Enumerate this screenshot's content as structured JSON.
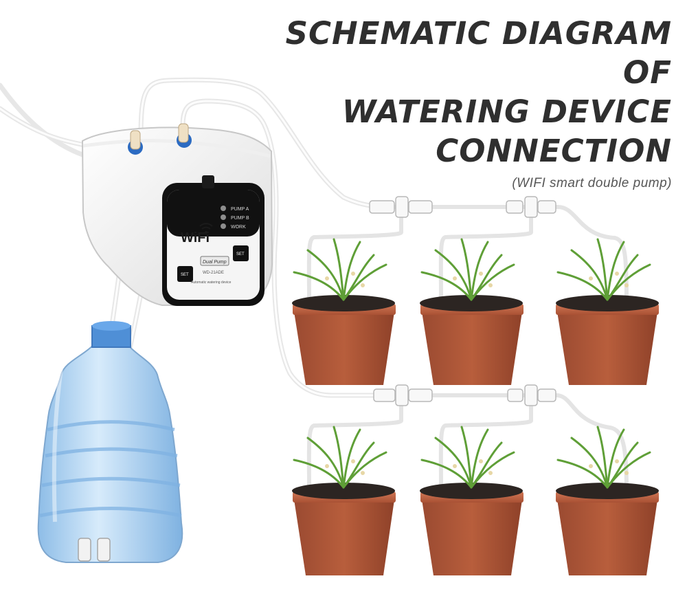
{
  "title": {
    "lines": [
      "SCHEMATIC DIAGRAM OF",
      "WATERING DEVICE",
      "CONNECTION"
    ],
    "subtitle": "(WIFI smart double pump)"
  },
  "device": {
    "wifi_label": "WiFi",
    "indicators": [
      "PUMP A",
      "PUMP B",
      "WORK"
    ],
    "brand_label": "Dual Pump",
    "model_label": "WD-21ADE",
    "caption": "Automatic watering device",
    "button_a_label": "SET",
    "button_b_label": "SET"
  },
  "colors": {
    "pot": "#b35a3b",
    "pot_rim": "#c6704f",
    "soil": "#2c2522",
    "leaf": "#5f9f37",
    "bottle": "#bcd9f1",
    "bottle_cap": "#4f8fd6",
    "tube": "#f3f3f3",
    "text": "#2f2f2f"
  }
}
